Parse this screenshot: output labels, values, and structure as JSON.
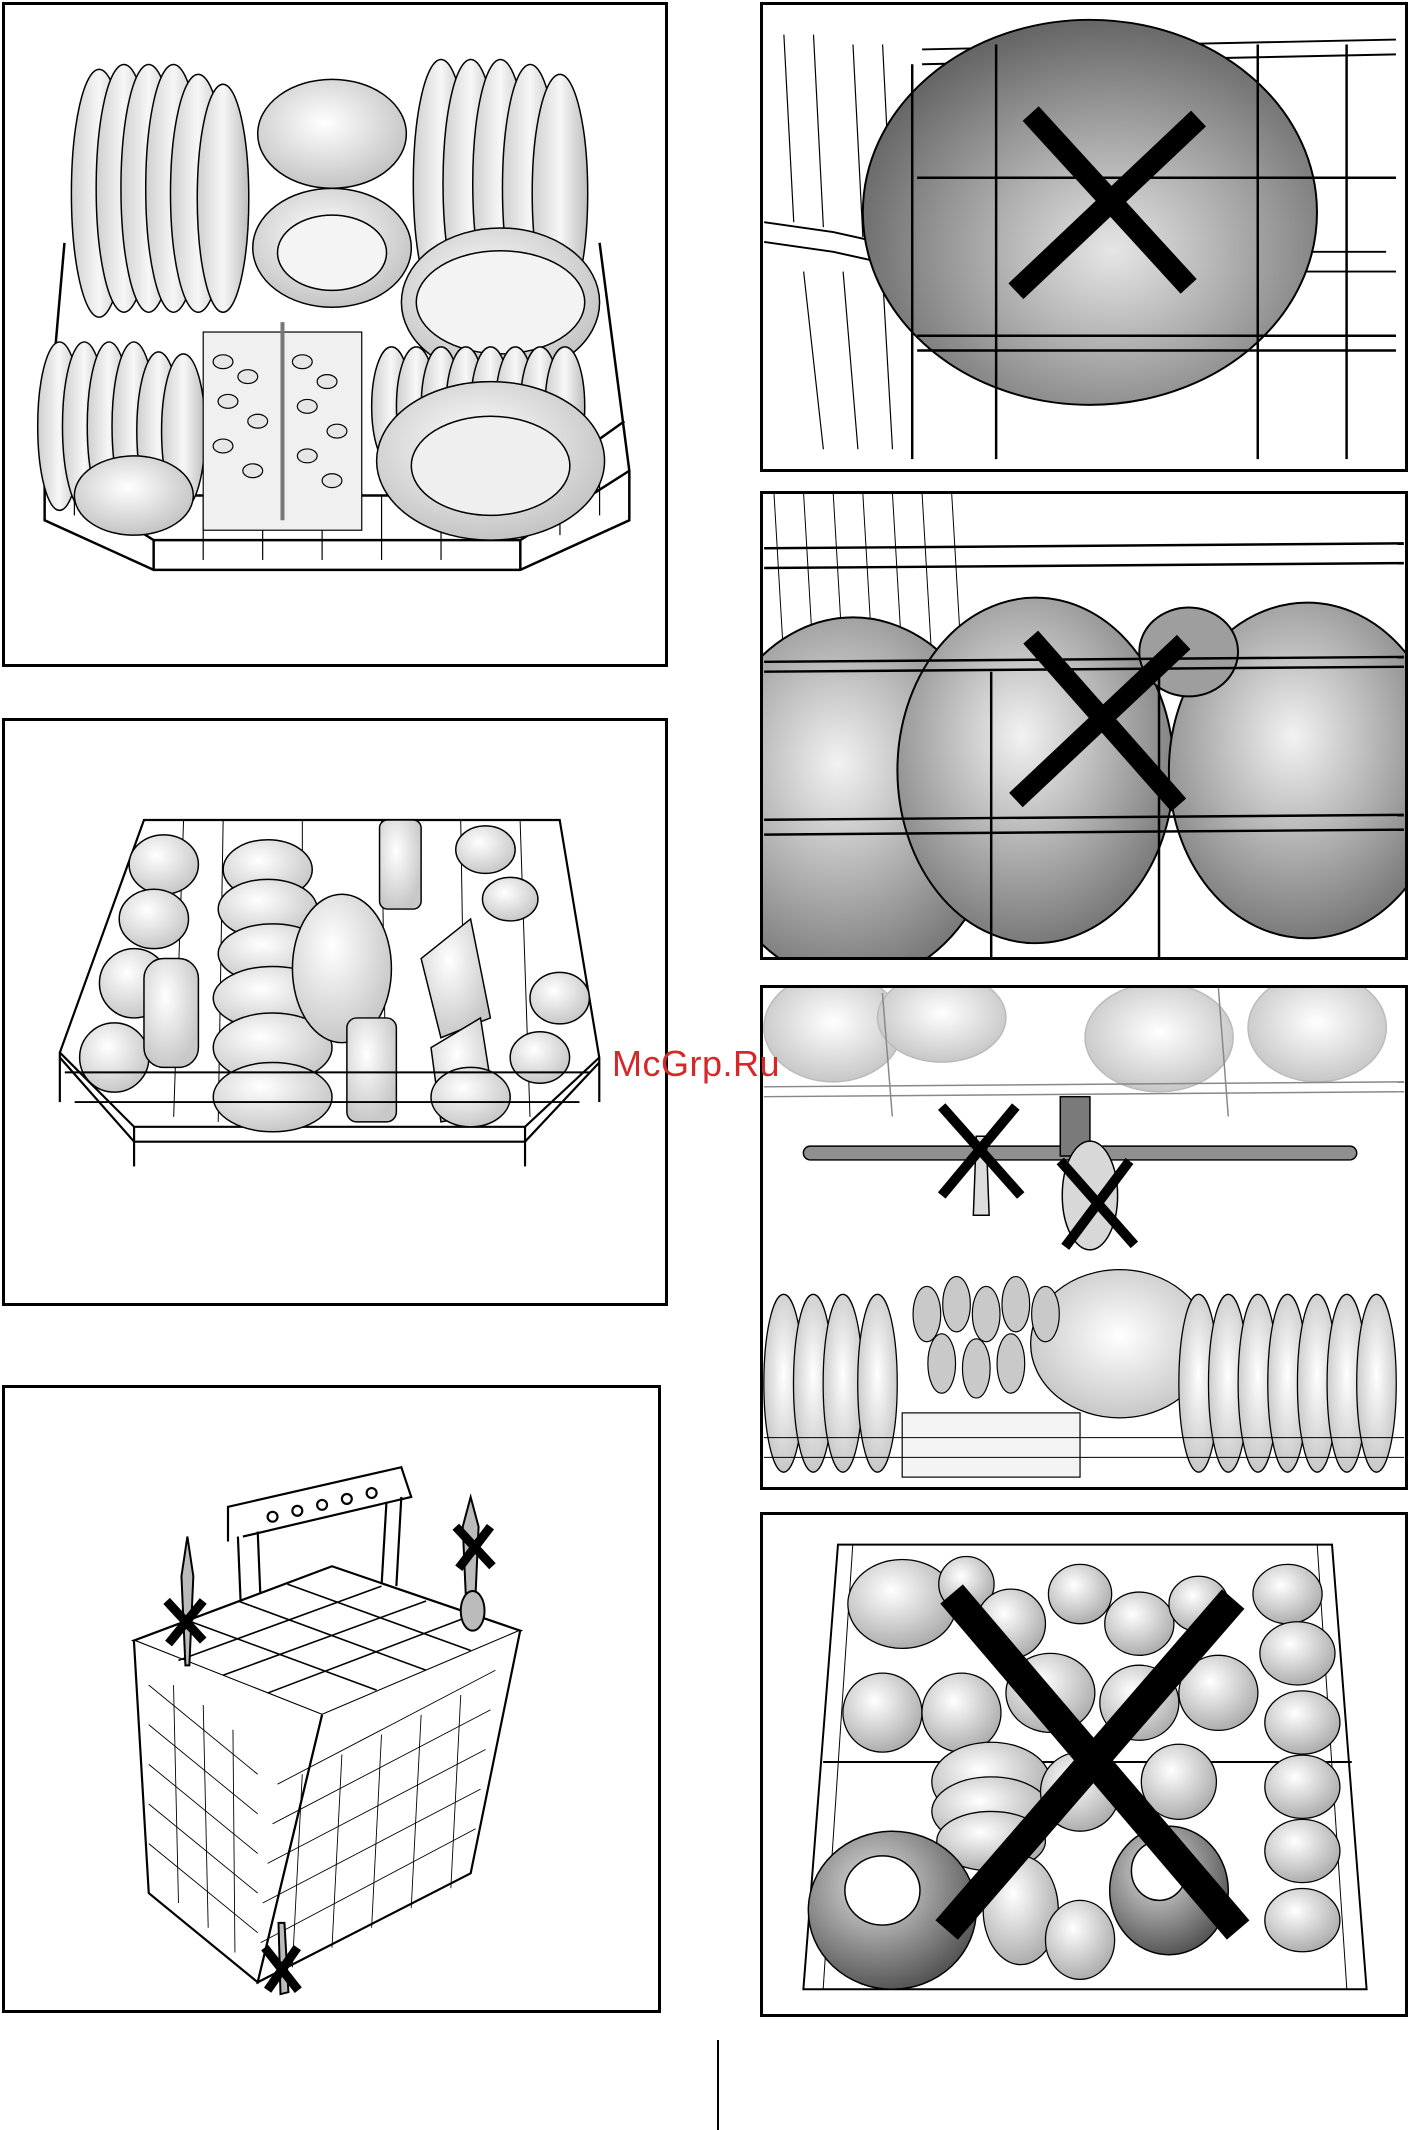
{
  "page": {
    "watermark": "McGrp.Ru",
    "figures": [
      {
        "icon": "lower-rack-loaded-illustration"
      },
      {
        "icon": "upper-rack-loaded-illustration"
      },
      {
        "icon": "cutlery-basket-illustration"
      },
      {
        "icon": "wrong-large-bowl-lower-rack-illustration"
      },
      {
        "icon": "wrong-bowls-upper-rack-illustration"
      },
      {
        "icon": "wrong-cutlery-blocking-spray-arm-illustration"
      },
      {
        "icon": "wrong-overloaded-upper-rack-illustration"
      }
    ],
    "colors": {
      "watermark": "#d62828",
      "line": "#000000",
      "dish": "#e8e8e8",
      "dish_dark": "#9a9a9a",
      "cross": "#000000"
    }
  }
}
